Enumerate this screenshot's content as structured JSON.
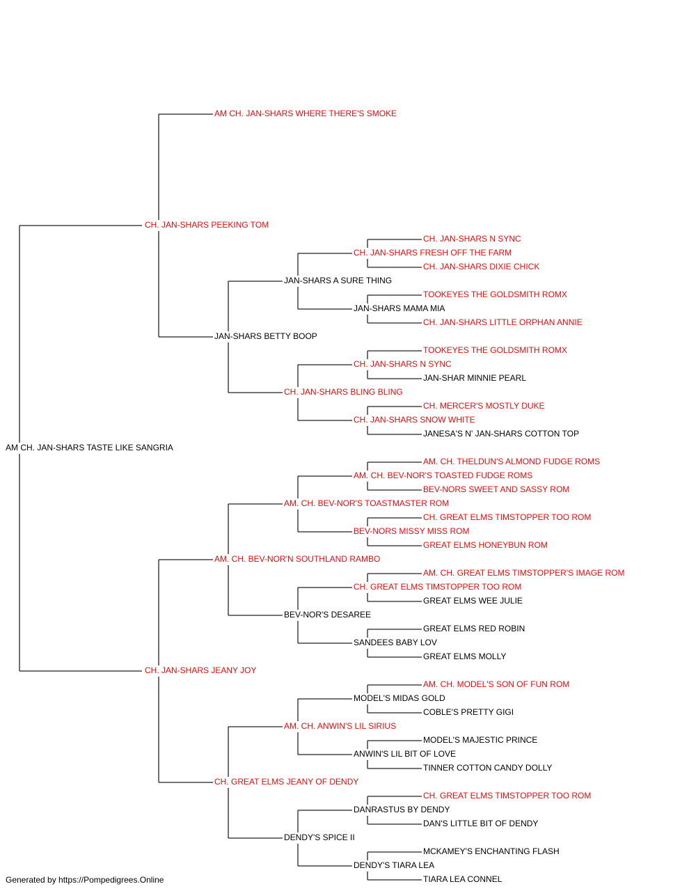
{
  "colors": {
    "champion_text": "#e8090b",
    "normal_text": "#000000",
    "connector": "#222222"
  },
  "footer": "Generated by https://Pompedigrees.Online",
  "pedigree": {
    "name": "AM CH. JAN-SHARS TASTE LIKE SANGRIA",
    "champion": false,
    "sire": {
      "name": "CH. JAN-SHARS PEEKING TOM",
      "champion": true,
      "sire": {
        "name": "AM CH. JAN-SHARS WHERE THERE'S SMOKE",
        "champion": true
      },
      "dam": {
        "name": "JAN-SHARS BETTY BOOP",
        "champion": false,
        "sire": {
          "name": "JAN-SHARS A SURE THING",
          "champion": false,
          "sire": {
            "name": "CH. JAN-SHARS FRESH OFF THE FARM",
            "champion": true,
            "sire": {
              "name": "CH. JAN-SHARS N SYNC",
              "champion": true
            },
            "dam": {
              "name": "CH. JAN-SHARS DIXIE CHICK",
              "champion": true
            }
          },
          "dam": {
            "name": "JAN-SHARS MAMA MIA",
            "champion": false,
            "sire": {
              "name": "TOOKEYES THE GOLDSMITH ROMX",
              "champion": true
            },
            "dam": {
              "name": "CH. JAN-SHARS LITTLE ORPHAN ANNIE",
              "champion": true
            }
          }
        },
        "dam": {
          "name": "CH. JAN-SHARS BLING BLING",
          "champion": true,
          "sire": {
            "name": "CH. JAN-SHARS N SYNC",
            "champion": true,
            "sire": {
              "name": "TOOKEYES THE GOLDSMITH ROMX",
              "champion": true
            },
            "dam": {
              "name": "JAN-SHAR MINNIE PEARL",
              "champion": false
            }
          },
          "dam": {
            "name": "CH. JAN-SHARS SNOW WHITE",
            "champion": true,
            "sire": {
              "name": "CH. MERCER'S MOSTLY DUKE",
              "champion": true
            },
            "dam": {
              "name": "JANESA'S N' JAN-SHARS COTTON TOP",
              "champion": false
            }
          }
        }
      }
    },
    "dam": {
      "name": "CH. JAN-SHARS JEANY JOY",
      "champion": true,
      "sire": {
        "name": "AM. CH. BEV-NOR'N SOUTHLAND RAMBO",
        "champion": true,
        "sire": {
          "name": "AM. CH. BEV-NOR'S TOASTMASTER ROM",
          "champion": true,
          "sire": {
            "name": "AM. CH. BEV-NOR'S TOASTED FUDGE ROMS",
            "champion": true,
            "sire": {
              "name": "AM. CH. THELDUN'S ALMOND FUDGE ROMS",
              "champion": true
            },
            "dam": {
              "name": "BEV-NORS SWEET AND SASSY ROM",
              "champion": true
            }
          },
          "dam": {
            "name": "BEV-NORS MISSY MISS ROM",
            "champion": true,
            "sire": {
              "name": "CH. GREAT ELMS TIMSTOPPER TOO ROM",
              "champion": true
            },
            "dam": {
              "name": "GREAT ELMS HONEYBUN ROM",
              "champion": true
            }
          }
        },
        "dam": {
          "name": "BEV-NOR'S DESAREE",
          "champion": false,
          "sire": {
            "name": "CH. GREAT ELMS TIMSTOPPER TOO ROM",
            "champion": true,
            "sire": {
              "name": "AM. CH. GREAT ELMS TIMSTOPPER'S IMAGE ROM",
              "champion": true
            },
            "dam": {
              "name": "GREAT ELMS WEE JULIE",
              "champion": false
            }
          },
          "dam": {
            "name": "SANDEES BABY LOV",
            "champion": false,
            "sire": {
              "name": "GREAT ELMS RED ROBIN",
              "champion": false
            },
            "dam": {
              "name": "GREAT ELMS MOLLY",
              "champion": false
            }
          }
        }
      },
      "dam": {
        "name": "CH. GREAT ELMS JEANY OF DENDY",
        "champion": true,
        "sire": {
          "name": "AM. CH. ANWIN'S LIL SIRIUS",
          "champion": true,
          "sire": {
            "name": "MODEL'S MIDAS GOLD",
            "champion": false,
            "sire": {
              "name": "AM. CH. MODEL'S SON OF FUN ROM",
              "champion": true
            },
            "dam": {
              "name": "COBLE'S PRETTY GIGI",
              "champion": false
            }
          },
          "dam": {
            "name": "ANWIN'S LIL BIT OF LOVE",
            "champion": false,
            "sire": {
              "name": "MODEL'S MAJESTIC PRINCE",
              "champion": false
            },
            "dam": {
              "name": "TINNER COTTON CANDY DOLLY",
              "champion": false
            }
          }
        },
        "dam": {
          "name": "DENDY'S SPICE II",
          "champion": false,
          "sire": {
            "name": "DANRASTUS BY DENDY",
            "champion": false,
            "sire": {
              "name": "CH. GREAT ELMS TIMSTOPPER TOO ROM",
              "champion": true
            },
            "dam": {
              "name": "DAN'S LITTLE BIT OF DENDY",
              "champion": false
            }
          },
          "dam": {
            "name": "DENDY'S TIARA LEA",
            "champion": false,
            "sire": {
              "name": "MCKAMEY'S ENCHANTING FLASH",
              "champion": false
            },
            "dam": {
              "name": "TIARA LEA CONNEL",
              "champion": false
            }
          }
        }
      }
    }
  }
}
